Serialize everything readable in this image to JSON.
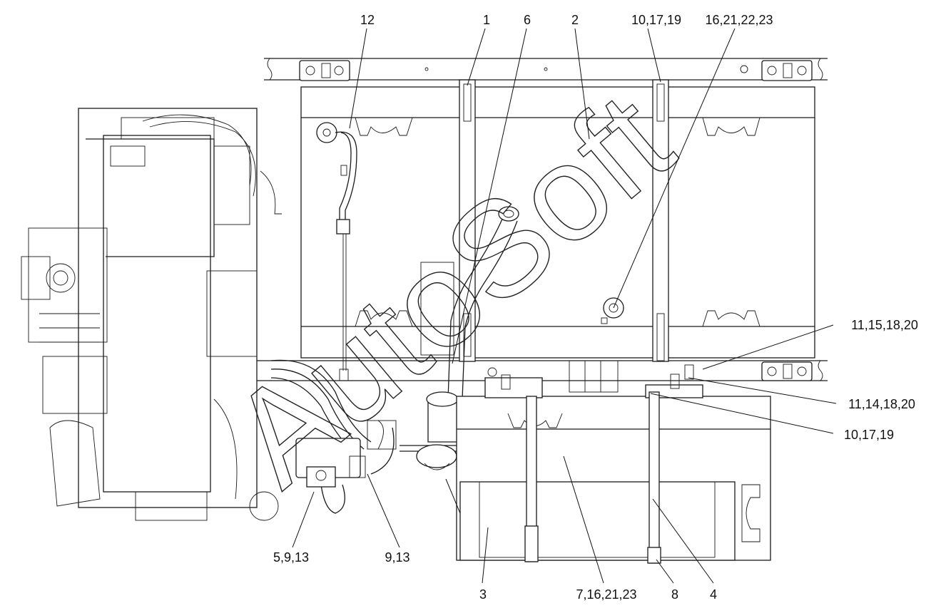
{
  "callouts": {
    "c12": "12",
    "c1": "1",
    "c6": "6",
    "c2": "2",
    "c10_17_19_top": "10,17,19",
    "c16_21_22_23": "16,21,22,23",
    "c11_15_18_20": "11,15,18,20",
    "c11_14_18_20": "11,14,18,20",
    "c10_17_19_right": "10,17,19",
    "c5_9_13": "5,9,13",
    "c9_13": "9,13",
    "c3": "3",
    "c7_16_21_23": "7,16,21,23",
    "c8": "8",
    "c4": "4"
  },
  "watermark": "AutoSoft"
}
